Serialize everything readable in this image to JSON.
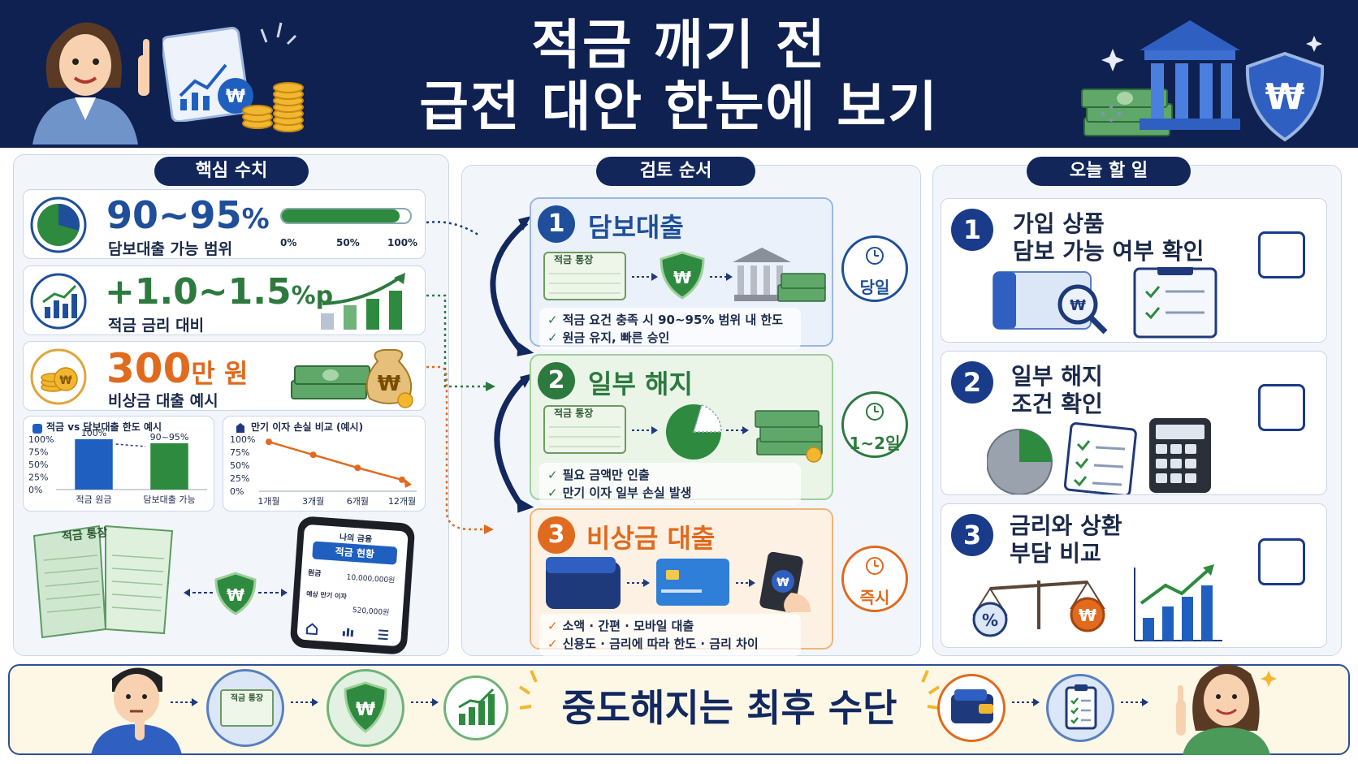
{
  "header": {
    "title_line1": "적금 깨기 전",
    "title_line2": "급전 대안 한눈에 보기"
  },
  "left": {
    "pill": "핵심 수치",
    "stats": [
      {
        "value_num": "90~95",
        "value_unit": "%",
        "label": "담보대출 가능 범위",
        "progress": 0.92,
        "ticks": [
          "0%",
          "50%",
          "100%"
        ],
        "color": "#1f4f9a"
      },
      {
        "value_num": "+1.0~1.5",
        "value_unit": "%p",
        "label": "적금 금리 대비",
        "color": "#2d7a3e"
      },
      {
        "value_num": "300",
        "value_unit": "만 원",
        "label": "비상금 대출 예시",
        "color": "#e06a1e"
      }
    ],
    "chart1": {
      "title": "적금 vs 담보대출 한도 예시",
      "yticks": [
        "100%",
        "75%",
        "50%",
        "25%",
        "0%"
      ],
      "bars": [
        {
          "label": "적금 원금",
          "value": 100,
          "value_label": "100%",
          "color": "#1f5fc0"
        },
        {
          "label": "담보대출 가능",
          "value": 92,
          "value_label": "90~95%",
          "color": "#2d8a3e"
        }
      ]
    },
    "chart2": {
      "title": "만기 이자 손실 비교 (예시)",
      "yticks": [
        "100%",
        "75%",
        "50%",
        "25%",
        "0%"
      ],
      "x": [
        "1개월",
        "3개월",
        "6개월",
        "12개월"
      ],
      "y": [
        95,
        70,
        45,
        22
      ],
      "color": "#e06a1e"
    },
    "passbook_title": "적금 통장",
    "phone": {
      "header": "나의 금융",
      "button": "적금 현황",
      "row1_label": "원금",
      "row1_value": "10,000,000원",
      "row2_label": "예상 만기 이자",
      "row2_value": "520,000원"
    }
  },
  "middle": {
    "pill": "검토 순서",
    "steps": [
      {
        "num": "1",
        "title": "담보대출",
        "passbook": "적금 통장",
        "checks": [
          "적금 요건 충족 시 90~95% 범위 내 한도",
          "원금 유지, 빠른 승인"
        ],
        "time": "당일",
        "color": "#1f4f9a",
        "bg": "#eaf1fb",
        "border": "#9bb6e0"
      },
      {
        "num": "2",
        "title": "일부 해지",
        "passbook": "적금 통장",
        "checks": [
          "필요 금액만 인출",
          "만기 이자 일부 손실 발생"
        ],
        "time": "1~2일",
        "color": "#2d7a3e",
        "bg": "#eaf5e8",
        "border": "#9fd09a"
      },
      {
        "num": "3",
        "title": "비상금 대출",
        "checks": [
          "소액 · 간편 · 모바일 대출",
          "신용도 · 금리에 따라 한도 · 금리 차이"
        ],
        "time": "즉시",
        "color": "#e06a1e",
        "bg": "#fdf1e4",
        "border": "#f0b57a"
      }
    ]
  },
  "right": {
    "pill": "오늘 할 일",
    "todos": [
      {
        "num": "1",
        "line1": "가입 상품",
        "line2": "담보 가능 여부 확인"
      },
      {
        "num": "2",
        "line1": "일부 해지",
        "line2": "조건 확인"
      },
      {
        "num": "3",
        "line1": "금리와 상환",
        "line2": "부담 비교"
      }
    ]
  },
  "footer": {
    "text": "중도해지는 최후 수단",
    "passbook": "적금 통장"
  }
}
